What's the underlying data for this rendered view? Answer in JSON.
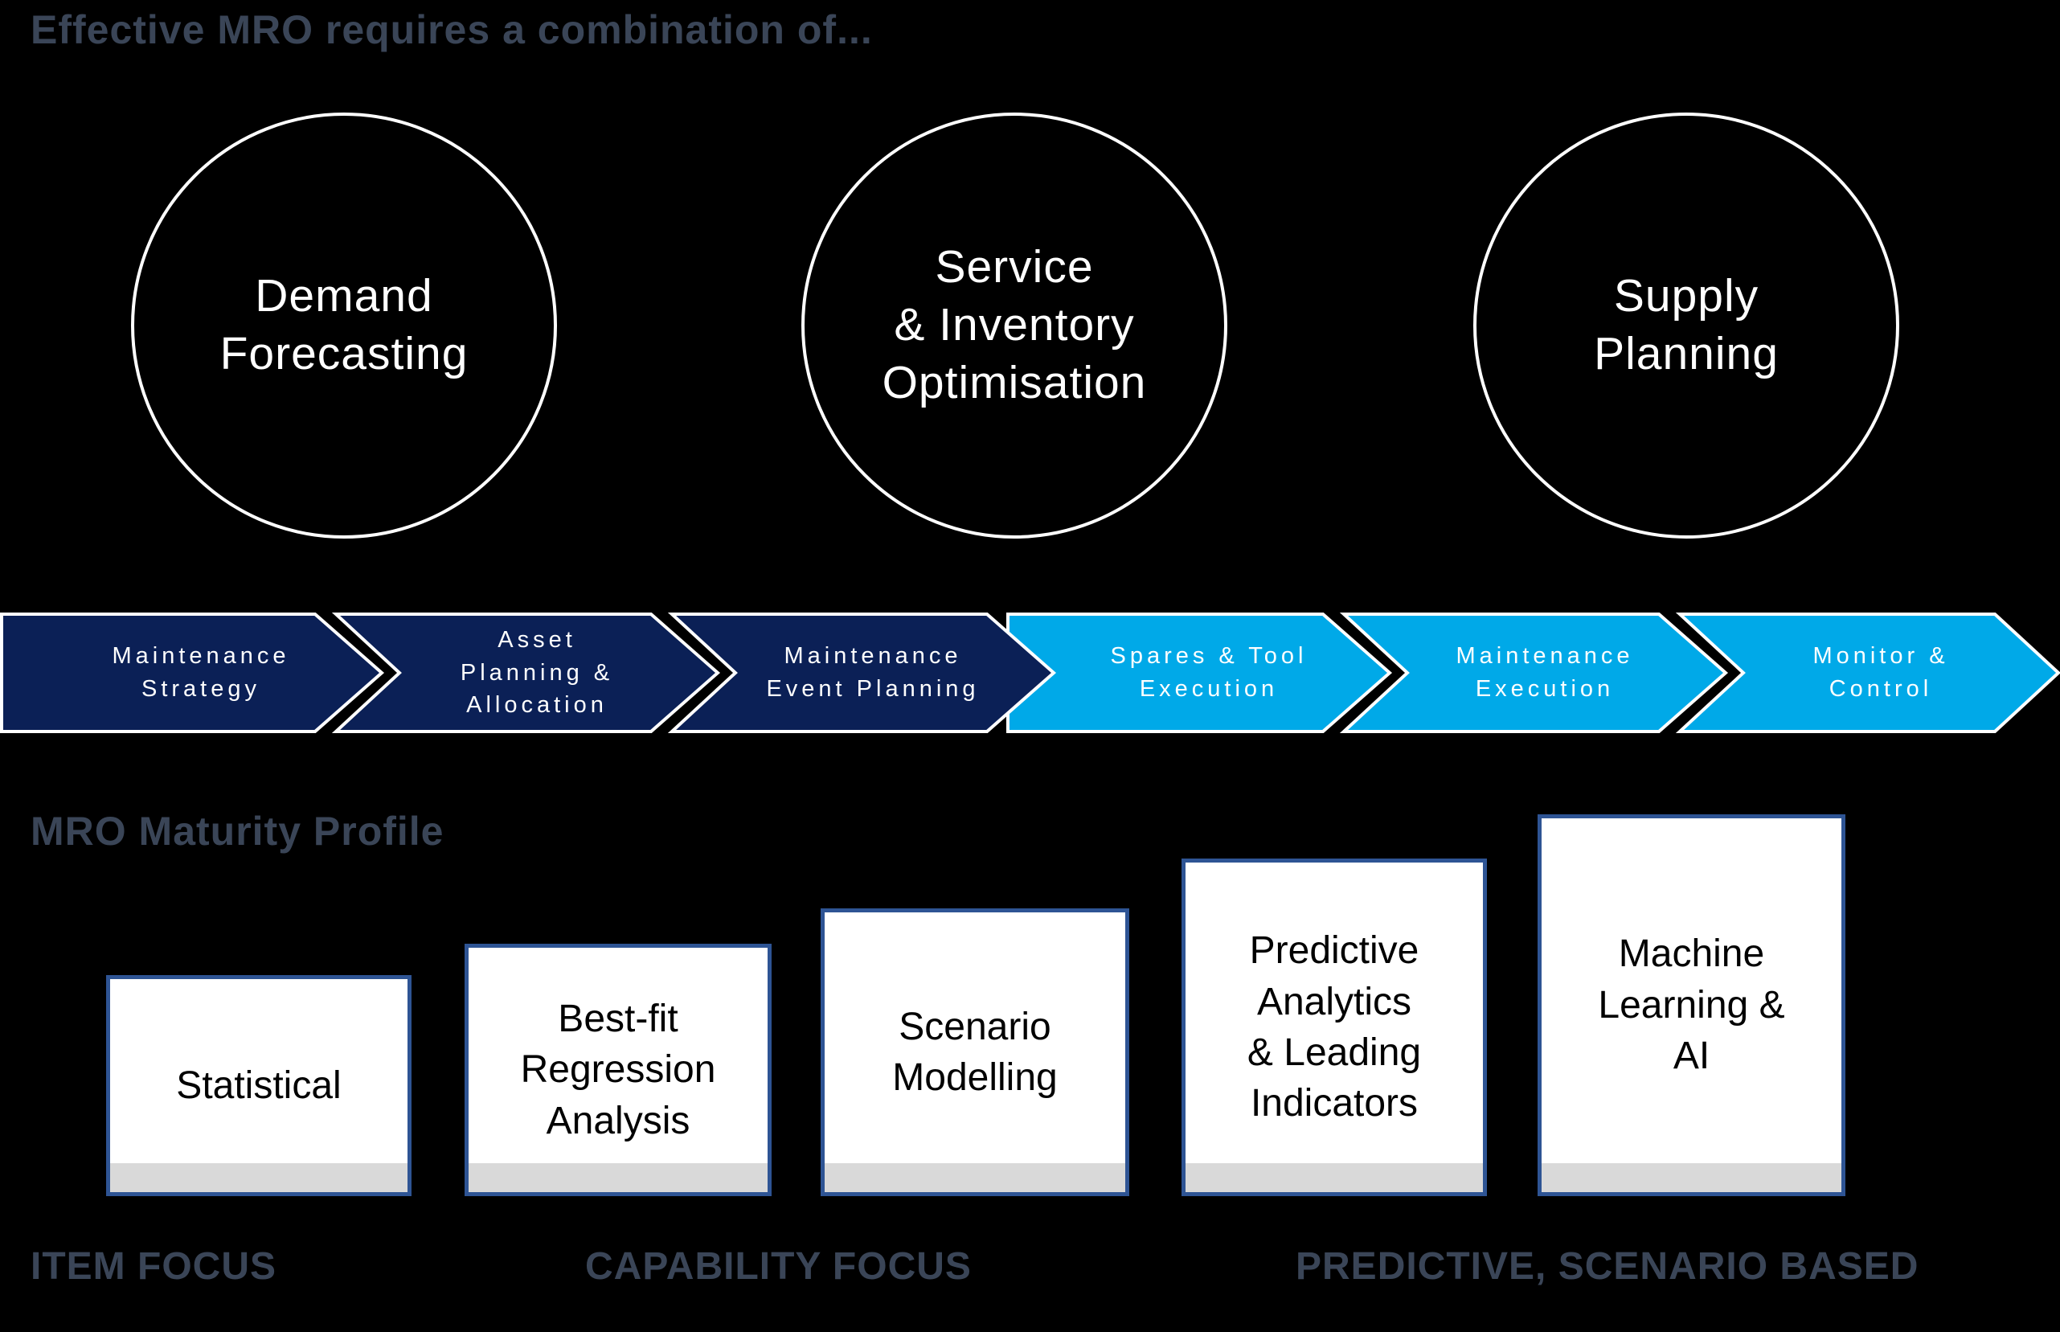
{
  "canvas": {
    "background": "#000000",
    "accent_navy": "#0B2056",
    "accent_blue": "#00A9E8",
    "slate_text": "#3A4557",
    "box_border_blue": "#2E5494",
    "box_footer_gray": "#D9D9D9",
    "circle_stroke": "#FFFFFF"
  },
  "header": {
    "title": "Effective MRO requires a combination of..."
  },
  "circles": [
    {
      "label": "Demand\nForecasting"
    },
    {
      "label": "Service\n& Inventory\nOptimisation"
    },
    {
      "label": "Supply\nPlanning"
    }
  ],
  "process": {
    "items": [
      {
        "label": "Maintenance\nStrategy",
        "color": "#0B2056"
      },
      {
        "label": "Asset\nPlanning &\nAllocation",
        "color": "#0B2056"
      },
      {
        "label": "Maintenance\nEvent Planning",
        "color": "#0B2056"
      },
      {
        "label": "Spares & Tool\nExecution",
        "color": "#00A9E8"
      },
      {
        "label": "Maintenance\nExecution",
        "color": "#00A9E8"
      },
      {
        "label": "Monitor &\nControl",
        "color": "#00A9E8"
      }
    ]
  },
  "maturity": {
    "title": "MRO Maturity Profile",
    "boxes": [
      {
        "label": "Statistical"
      },
      {
        "label": "Best-fit\nRegression\nAnalysis"
      },
      {
        "label": "Scenario\nModelling"
      },
      {
        "label": "Predictive\nAnalytics\n& Leading\nIndicators"
      },
      {
        "label": "Machine\nLearning &\nAI"
      }
    ]
  },
  "footer": {
    "labels": [
      "ITEM FOCUS",
      "CAPABILITY FOCUS",
      "PREDICTIVE, SCENARIO BASED"
    ]
  }
}
